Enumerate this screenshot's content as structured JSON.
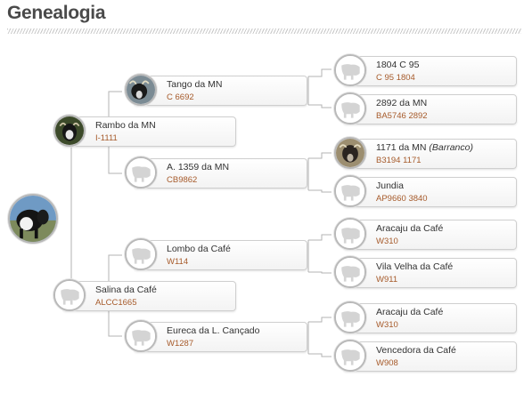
{
  "page": {
    "title": "Genealogia"
  },
  "tree": {
    "subject": {
      "name": "",
      "photo": "cattle-photo"
    },
    "sire": {
      "name": "Rambo da MN",
      "reg": "I-1111",
      "photo": "cattle-photo"
    },
    "dam": {
      "name": "Salina da Café",
      "reg": "ALCC1665",
      "photo": "placeholder"
    },
    "paternal_grandsire": {
      "name": "Tango da MN",
      "reg": "C 6692",
      "photo": "cattle-photo"
    },
    "paternal_granddam": {
      "name": "A. 1359 da MN",
      "reg": "CB9862",
      "photo": "placeholder"
    },
    "maternal_grandsire": {
      "name": "Lombo da Café",
      "reg": "W114",
      "photo": "placeholder"
    },
    "maternal_granddam": {
      "name": "Eureca da L. Cançado",
      "reg": "W1287",
      "photo": "placeholder"
    },
    "ggp": [
      {
        "name": "1804 C 95",
        "name_note": "",
        "reg": "C 95 1804",
        "photo": "placeholder"
      },
      {
        "name": "2892 da MN",
        "name_note": "",
        "reg": "BA5746 2892",
        "photo": "placeholder"
      },
      {
        "name": "1171 da MN",
        "name_note": "(Barranco)",
        "reg": "B3194 1171",
        "photo": "cattle-photo"
      },
      {
        "name": "Jundia",
        "name_note": "",
        "reg": "AP9660 3840",
        "photo": "placeholder"
      },
      {
        "name": "Aracaju da Café",
        "name_note": "",
        "reg": "W310",
        "photo": "placeholder"
      },
      {
        "name": "Vila Velha da Café",
        "name_note": "",
        "reg": "W911",
        "photo": "placeholder"
      },
      {
        "name": "Aracaju da Café",
        "name_note": "",
        "reg": "W310",
        "photo": "placeholder"
      },
      {
        "name": "Vencedora da Café",
        "name_note": "",
        "reg": "W908",
        "photo": "placeholder"
      }
    ]
  }
}
